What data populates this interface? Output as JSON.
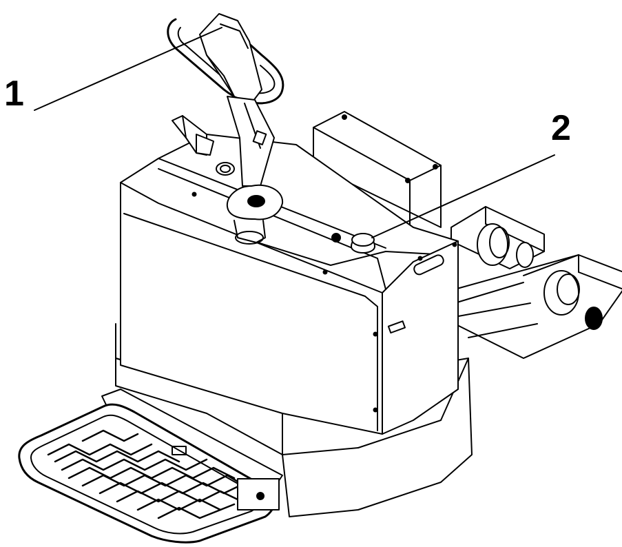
{
  "callouts": [
    {
      "label": "1",
      "part": "tiller-handle"
    },
    {
      "label": "2",
      "part": "emergency-stop-button"
    }
  ],
  "colors": {
    "line": "#000000",
    "background": "#ffffff"
  }
}
